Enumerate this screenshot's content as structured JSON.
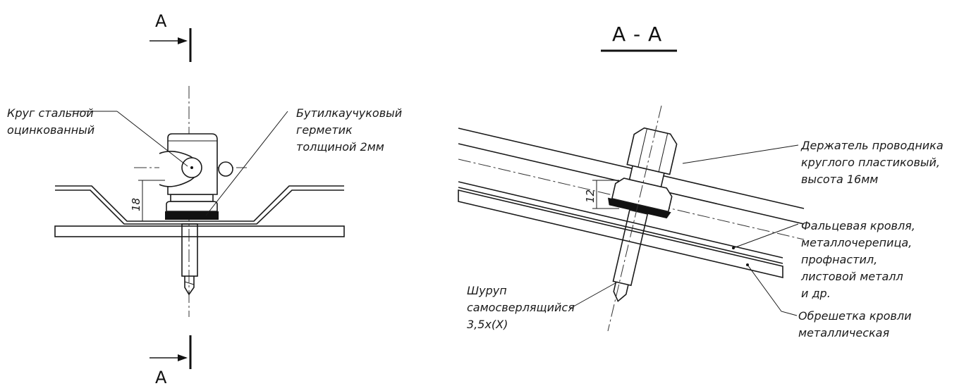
{
  "section_marks": {
    "top": "A",
    "bottom": "A"
  },
  "section_title": "A - A",
  "left_view": {
    "labels": {
      "wire": [
        "Круг стальной",
        "оцинкованный"
      ],
      "sealant": [
        "Бутилкаучуковый",
        "герметик",
        "толщиной 2мм"
      ]
    },
    "dimension": "18"
  },
  "right_view": {
    "labels": {
      "holder": [
        "Держатель проводника",
        "круглого пластиковый,",
        "высота 16мм"
      ],
      "roof": [
        "Фальцевая кровля,",
        "металлочерепица,",
        "профнастил,",
        "листовой металл",
        "и др."
      ],
      "screw": [
        "Шуруп",
        "самосверлящийся",
        "3,5x(X)"
      ],
      "batten": [
        "Обрешетка кровли",
        "металлическая"
      ]
    },
    "dimension": "12"
  }
}
